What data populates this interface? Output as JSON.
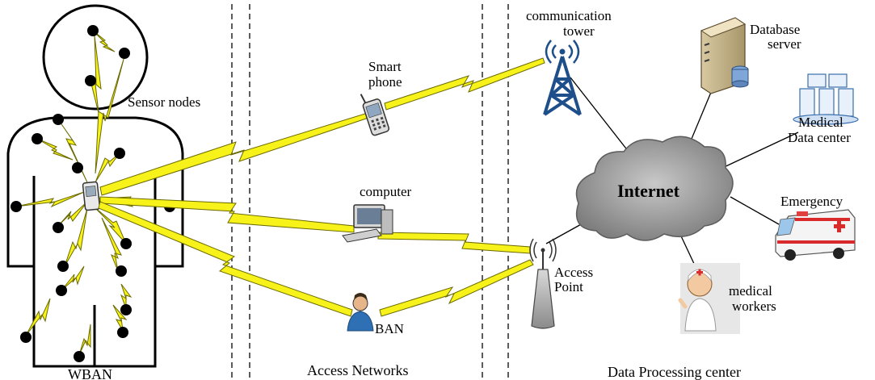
{
  "labels": {
    "sensor_nodes": "Sensor nodes",
    "wban": "WBAN",
    "access_networks": "Access Networks",
    "data_processing_center": "Data Processing center",
    "smart_phone_l1": "Smart",
    "smart_phone_l2": "phone",
    "computer": "computer",
    "ban": "BAN",
    "communication_tower_l1": "communication",
    "communication_tower_l2": "tower",
    "access_point_l1": "Access",
    "access_point_l2": "Point",
    "internet": "Internet",
    "database_server_l1": "Database",
    "database_server_l2": "server",
    "medical_data_center_l1": "Medical",
    "medical_data_center_l2": "Data center",
    "emergency": "Emergency",
    "medical_workers_l1": "medical",
    "medical_workers_l2": "workers"
  },
  "colors": {
    "wireless_link": "#f7f21a",
    "wireless_link_edge": "#6b6a00",
    "cloud": "#9a9a9a",
    "tower": "#1f4f8a",
    "ambulance_red": "#d92b2b"
  },
  "icons": {
    "phone": "smartphone-icon",
    "computer": "computer-icon",
    "ban": "person-icon",
    "tower": "communication-tower-icon",
    "access_point": "access-point-icon",
    "internet": "cloud-icon",
    "database": "database-server-icon",
    "data_center": "data-center-icon",
    "emergency": "ambulance-icon",
    "medical_workers": "doctor-icon"
  }
}
